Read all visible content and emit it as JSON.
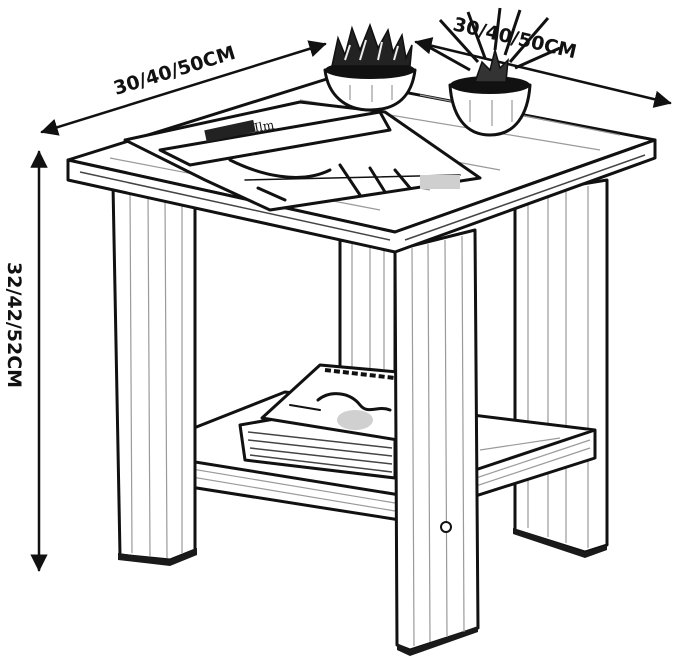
{
  "diagram": {
    "subject": "two-tier square side table",
    "dimensions": {
      "width_label": "30/40/50CM",
      "depth_label": "30/40/50CM",
      "height_label": "32/42/52CM"
    },
    "items_on_top": [
      "potted plant",
      "potted plant",
      "open magazine"
    ],
    "items_on_shelf": [
      "stack of magazines"
    ],
    "colors": {
      "ink": "#111111",
      "background": "#ffffff",
      "grain": "#9a9a9a"
    }
  }
}
